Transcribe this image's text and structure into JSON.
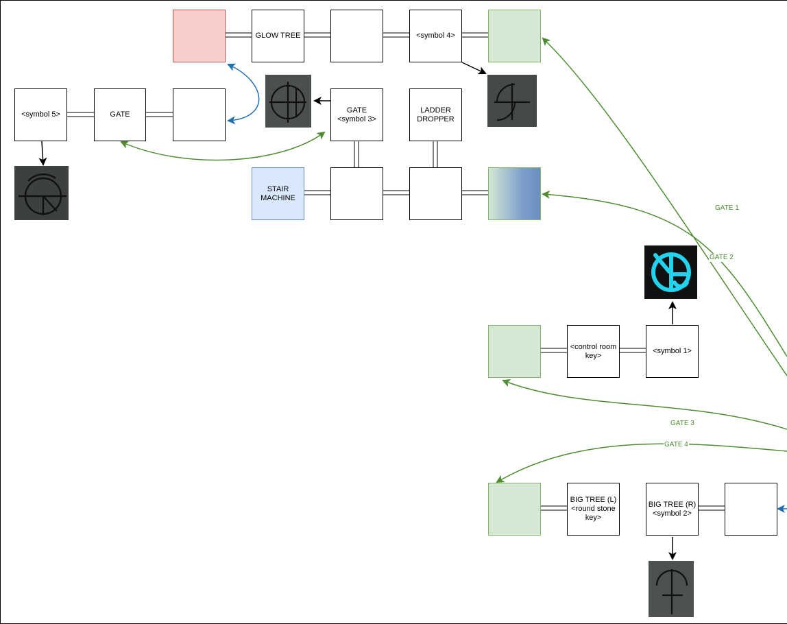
{
  "nodes": {
    "red_room": "",
    "glow_tree": "GLOW TREE",
    "blank_top": "",
    "symbol4": "<symbol 4>",
    "green_top_right": "",
    "symbol5": "<symbol 5>",
    "gate_left": "GATE",
    "blank_left": "",
    "gate_symbol3": "GATE\n<symbol 3>",
    "ladder_dropper": "LADDER\nDROPPER",
    "stair_machine": "STAIR\nMACHINE",
    "blank_mid1": "",
    "blank_mid2": "",
    "gradient_room": "",
    "green_control": "",
    "control_room_key": "<control room\nkey>",
    "symbol1": "<symbol 1>",
    "green_bottom": "",
    "big_tree_l": "BIG TREE (L)\n<round stone\nkey>",
    "big_tree_r": "BIG TREE (R)\n<symbol 2>",
    "blank_bottom": ""
  },
  "edge_labels": {
    "gate1": "GATE 1",
    "gate2": "GATE 2",
    "gate3": "GATE 3",
    "gate4": "GATE 4"
  },
  "colors": {
    "green_edge": "#4d8d2f",
    "blue_edge": "#1f6fb3",
    "black_edge": "#000000",
    "cyan_symbol": "#22d3ee"
  },
  "images": [
    "symbol-4-photo",
    "symbol-3-photo",
    "symbol-5-photo",
    "symbol-1-glyph",
    "symbol-2-photo"
  ]
}
